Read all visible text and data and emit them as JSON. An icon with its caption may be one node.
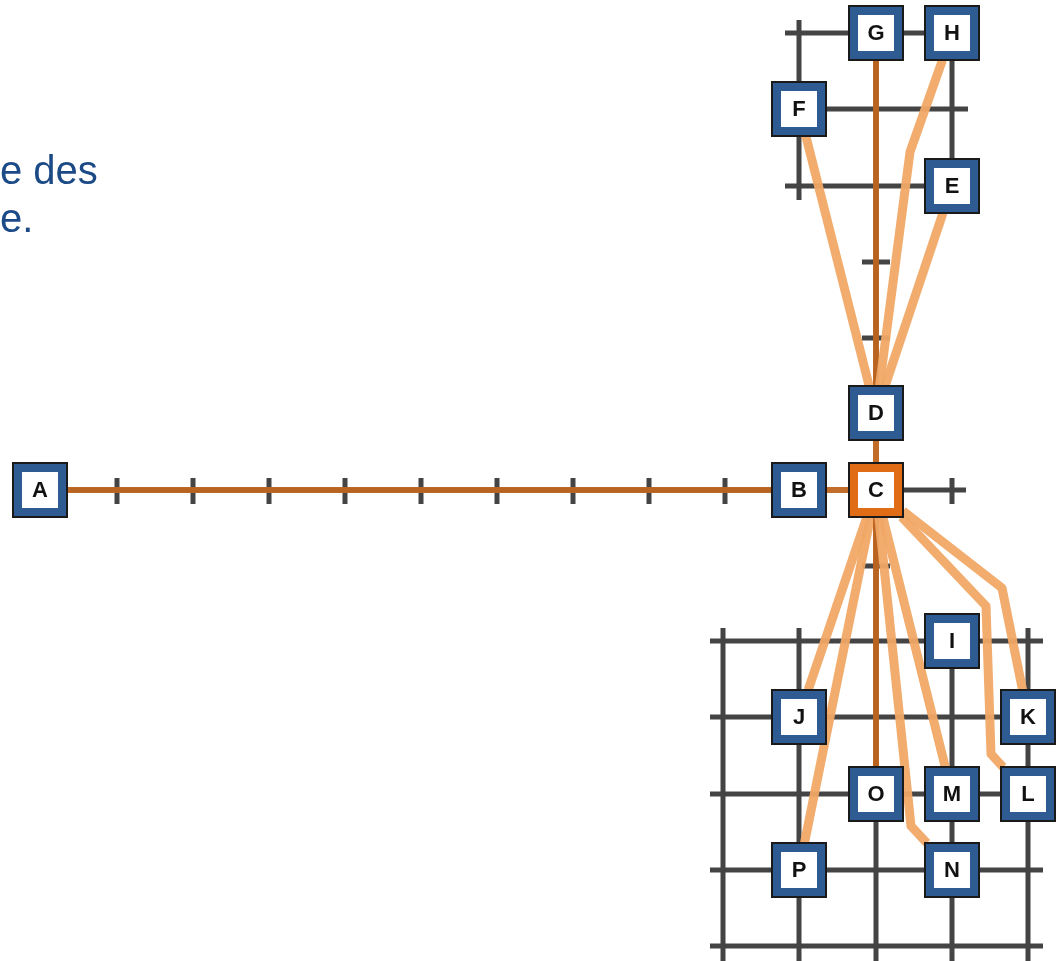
{
  "diagram": {
    "nodes": [
      {
        "text": [
          "A"
        ]
      },
      {
        "text": [
          "B"
        ]
      },
      {
        "text": [
          "C"
        ]
      },
      {
        "text": [
          "D"
        ]
      },
      {
        "text": [
          "E"
        ]
      },
      {
        "text": [
          "F"
        ]
      },
      {
        "text": [
          "G"
        ]
      },
      {
        "text": [
          "H"
        ]
      },
      {
        "text": [
          "I"
        ]
      },
      {
        "text": [
          "J"
        ]
      },
      {
        "text": [
          "K"
        ]
      },
      {
        "text": [
          "L"
        ]
      },
      {
        "text": [
          "M"
        ]
      },
      {
        "text": [
          "N"
        ]
      },
      {
        "text": [
          "O"
        ]
      },
      {
        "text": [
          "P"
        ]
      }
    ],
    "edges": [
      {
        "from": 0,
        "to": 1,
        "arrow": "none",
        "color": "#c0651f"
      },
      {
        "from": 1,
        "to": 2,
        "arrow": "none",
        "color": "#c0651f"
      },
      {
        "from": 2,
        "to": 3,
        "arrow": "none",
        "color": "#c0651f"
      },
      {
        "from": 3,
        "to": 6,
        "arrow": "none",
        "color": "#c0651f"
      },
      {
        "from": 3,
        "to": 5,
        "arrow": "none"
      },
      {
        "from": 3,
        "to": 7,
        "arrow": "none"
      },
      {
        "from": 3,
        "to": 4,
        "arrow": "none"
      },
      {
        "from": 2,
        "to": 9,
        "arrow": "none"
      },
      {
        "from": 2,
        "to": 15,
        "arrow": "none"
      },
      {
        "from": 2,
        "to": 14,
        "arrow": "none",
        "color": "#c0651f"
      },
      {
        "from": 2,
        "to": 12,
        "arrow": "none"
      },
      {
        "from": 2,
        "to": 13,
        "arrow": "none"
      },
      {
        "from": 2,
        "to": 10,
        "arrow": "none"
      },
      {
        "from": 2,
        "to": 11,
        "arrow": "none"
      }
    ],
    "labels": [
      "e des",
      "e."
    ]
  }
}
